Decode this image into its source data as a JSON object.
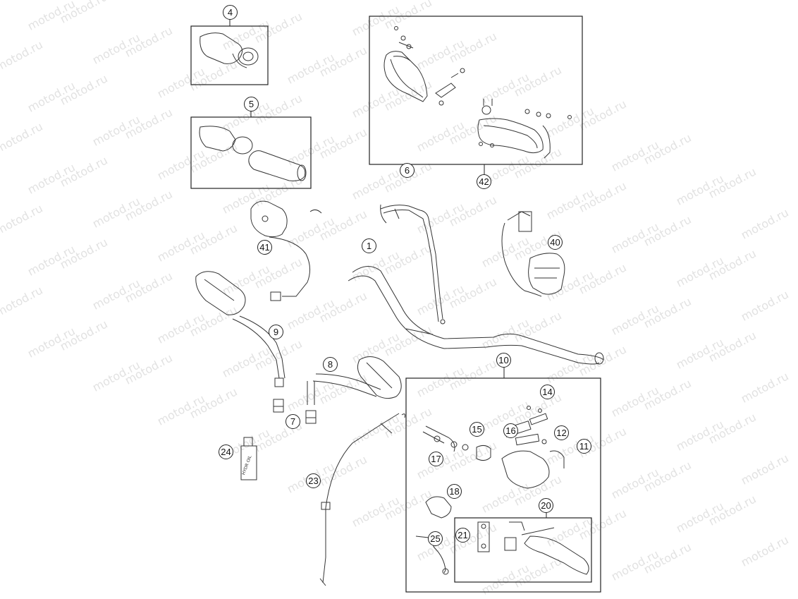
{
  "watermark": {
    "text": "motod.ru"
  },
  "part_labels": {
    "p1": "1",
    "p4": "4",
    "p5": "5",
    "p6": "6",
    "p7": "7",
    "p8": "8",
    "p9": "9",
    "p10": "10",
    "p11": "11",
    "p12": "12",
    "p14": "14",
    "p15": "15",
    "p16": "16",
    "p17": "17",
    "p18": "18",
    "p20": "20",
    "p21": "21",
    "p23": "23",
    "p24": "24",
    "p25": "25",
    "p40": "40",
    "p41": "41",
    "p42": "42"
  },
  "oil_bottle": {
    "label": "HYDR OIL"
  },
  "colors": {
    "line": "#333333",
    "box": "#222222",
    "watermark": "#e2e2e2",
    "background": "#ffffff"
  }
}
